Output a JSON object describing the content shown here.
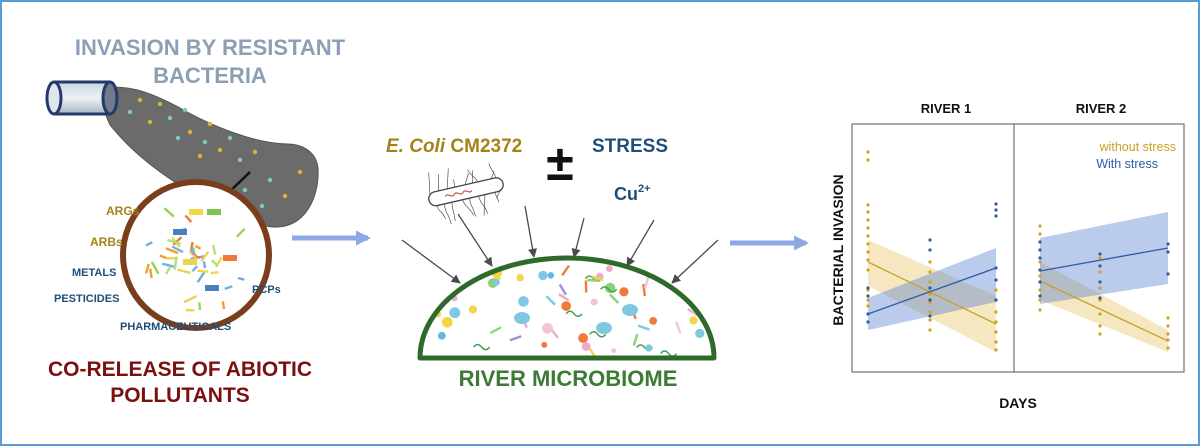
{
  "left": {
    "title_line1": "INVASION BY RESISTANT",
    "title_line2": "BACTERIA",
    "labels": {
      "args": "ARGs",
      "arbs": "ARBs",
      "metals": "METALS",
      "pesticides": "PESTICIDES",
      "pharmaceuticals": "PHARMACEUTICALS",
      "pcps": "PCPs"
    },
    "bottom_line1": "CO-RELEASE OF ABIOTIC",
    "bottom_line2": "POLLUTANTS"
  },
  "middle": {
    "ecoli_italic": "E. Coli",
    "ecoli_strain": "CM2372",
    "plus_minus": "±",
    "stress": "STRESS",
    "cu_base": "Cu",
    "cu_sup": "2+",
    "microbiome_label": "RIVER MICROBIOME"
  },
  "chart_data": {
    "type": "scatter",
    "panels": [
      "RIVER 1",
      "RIVER 2"
    ],
    "xlabel": "DAYS",
    "ylabel": "BACTERIAL INVASION",
    "grid": false,
    "legend_position": "top-right",
    "series": [
      {
        "name": "without stress",
        "color": "#d4a017"
      },
      {
        "name": "With stress",
        "color": "#2e5aa8"
      }
    ]
  },
  "colors": {
    "border": "#5b9bd5",
    "arrow": "#8ea7e6",
    "title_grey": "#8c9fb5",
    "dark_red": "#7b1010",
    "gold": "#a6821a",
    "navy": "#1f4e79",
    "green": "#3d7a35",
    "brown": "#7a3e1d"
  }
}
